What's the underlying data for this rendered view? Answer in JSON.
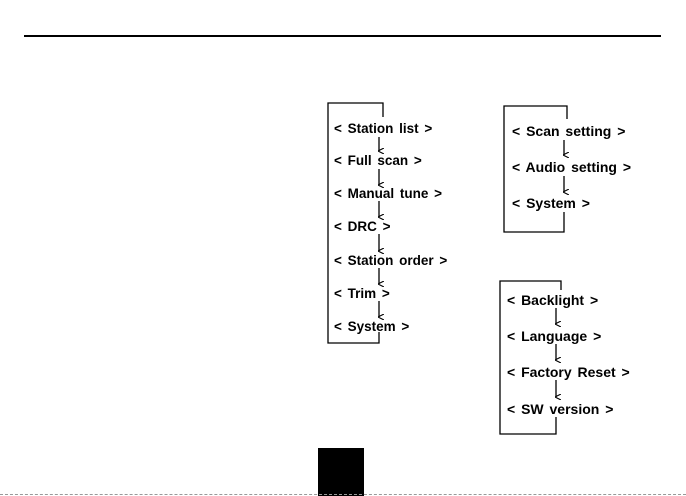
{
  "menus": {
    "dab": {
      "items": [
        "< Station  list >",
        "< Full  scan >",
        "< Manual  tune >",
        "< DRC >",
        "< Station  order >",
        "< Trim >",
        "< System >"
      ]
    },
    "fm": {
      "items": [
        "< Scan  setting >",
        "< Audio  setting >",
        "< System >"
      ]
    },
    "system": {
      "items": [
        "< Backlight  >",
        "< Language  >",
        "< Factory  Reset >",
        "< SW version >"
      ]
    }
  }
}
